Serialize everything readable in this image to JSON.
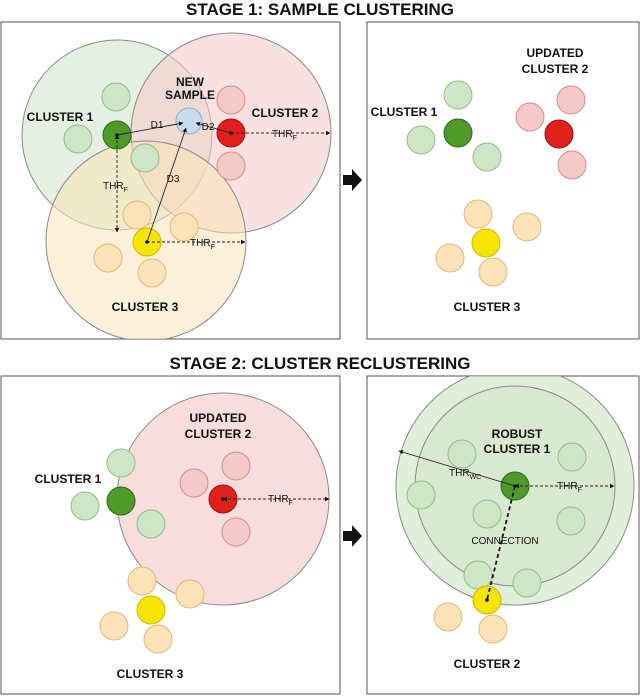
{
  "stage1": {
    "title": "STAGE 1: SAMPLE CLUSTERING",
    "left": {
      "cluster1": "CLUSTER 1",
      "new_sample_l1": "NEW",
      "new_sample_l2": "SAMPLE",
      "cluster2": "CLUSTER 2",
      "cluster3": "CLUSTER 3",
      "d1": "D1",
      "d2": "D2",
      "d3": "D3",
      "thr_main": "THR",
      "thr_sub": "F"
    },
    "right": {
      "cluster1": "CLUSTER 1",
      "updated_l1": "UPDATED",
      "updated_l2": "CLUSTER 2",
      "cluster3": "CLUSTER 3"
    }
  },
  "stage2": {
    "title": "STAGE 2: CLUSTER RECLUSTERING",
    "left": {
      "updated_l1": "UPDATED",
      "updated_l2": "CLUSTER 2",
      "cluster1": "CLUSTER 1",
      "cluster3": "CLUSTER 3",
      "thr_main": "THR",
      "thr_sub": "F"
    },
    "right": {
      "robust_l1": "ROBUST",
      "robust_l2": "CLUSTER 1",
      "thr_wc_main": "THR",
      "thr_wc_sub": "WC",
      "thr_f_main": "THR",
      "thr_f_sub": "F",
      "connection": "CONNECTION",
      "cluster2": "CLUSTER 2"
    }
  },
  "colors": {
    "green_fill": "#cfe6c6",
    "green_center": "#4e9a2a",
    "red_fill": "#f6c9c9",
    "red_center": "#e0201a",
    "yellow_fill": "#fbe3b8",
    "yellow_center": "#f7e400",
    "blue_sample": "#c9ddf0"
  }
}
